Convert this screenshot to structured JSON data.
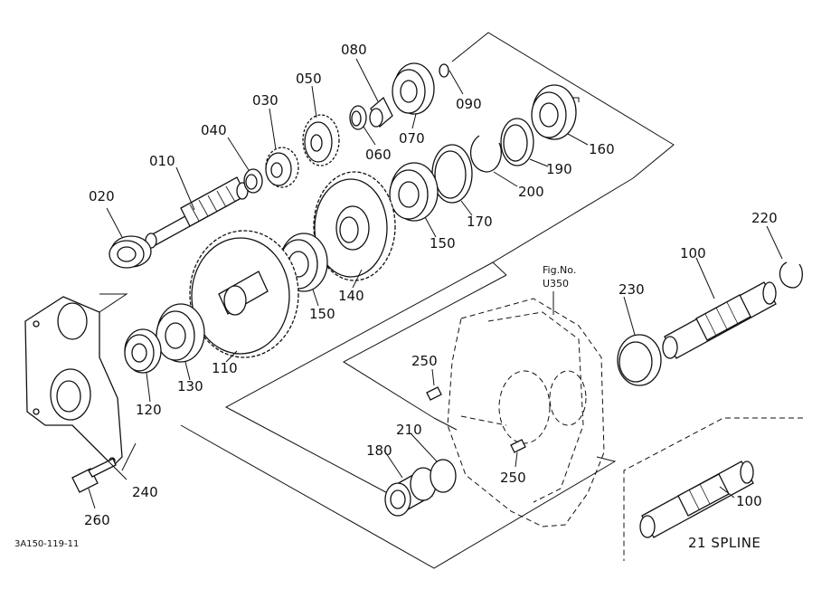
{
  "labels": {
    "p010": "010",
    "p020": "020",
    "p030": "030",
    "p040": "040",
    "p050": "050",
    "p060": "060",
    "p070": "070",
    "p080": "080",
    "p090": "090",
    "p100a": "100",
    "p100b": "100",
    "p110": "110",
    "p120": "120",
    "p130": "130",
    "p140": "140",
    "p150a": "150",
    "p150b": "150",
    "p160": "160",
    "p170": "170",
    "p180": "180",
    "p190": "190",
    "p200": "200",
    "p210": "210",
    "p220": "220",
    "p230": "230",
    "p240": "240",
    "p250a": "250",
    "p250b": "250",
    "p260": "260"
  },
  "figref": {
    "line1": "Fig.No.",
    "line2": "U350"
  },
  "inset": {
    "caption": "21 SPLINE"
  },
  "drawing_code": "3A150-119-11"
}
